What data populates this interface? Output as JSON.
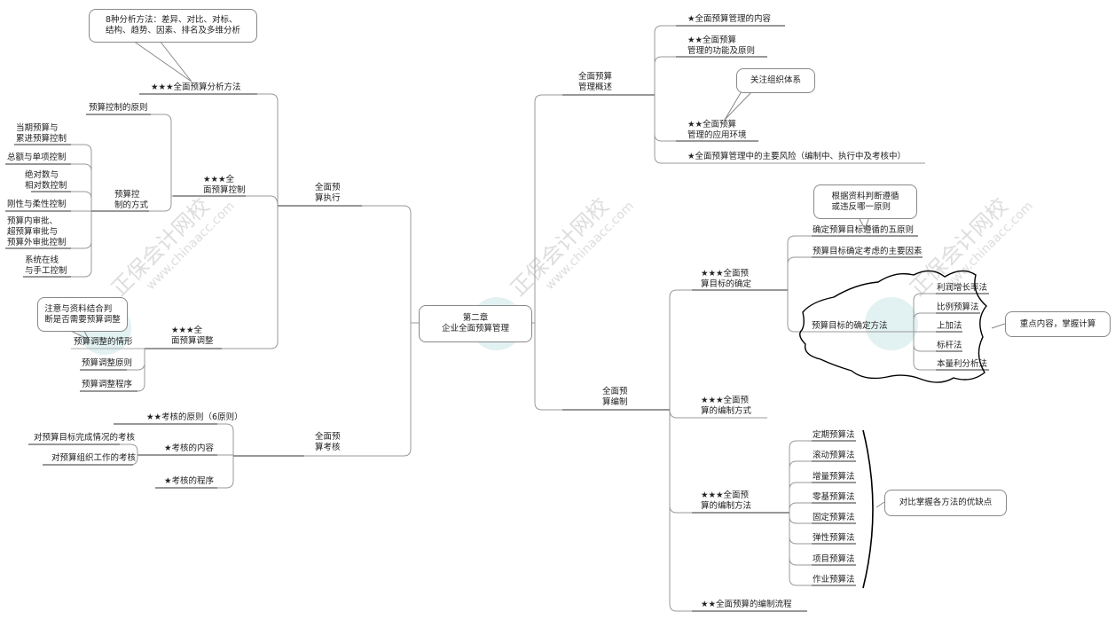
{
  "watermark": {
    "name": "正保会计网校",
    "url": "www.chinaacc.com"
  },
  "center": {
    "line1": "第二章",
    "line2": "企业全面预算管理"
  },
  "left": {
    "execution": {
      "label": "全面预\n算执行",
      "analysis": {
        "label": "★★★全面预算分析方法",
        "note": "8种分析方法：差异、对比、对标、\n结构、趋势、因素、排名及多维分析"
      },
      "control": {
        "label": "★★★全\n面预算控制",
        "principle": "预算控制的原则",
        "mode": {
          "label": "预算控\n制的方式",
          "items": [
            "当期预算与\n累进预算控制",
            "总额与单项控制",
            "绝对数与\n相对数控制",
            "刚性与柔性控制",
            "预算内审批、\n超预算审批与\n预算外审批控制",
            "系统在线\n与手工控制"
          ]
        }
      },
      "adjust": {
        "label": "★★★全\n面预算调整",
        "note": "注意与资料结合判\n断是否需要预算调整",
        "items": [
          "预算调整的情形",
          "预算调整原则",
          "预算调整程序"
        ]
      }
    },
    "assessment": {
      "label": "全面预\n算考核",
      "principle": "★★考核的原则（6原则）",
      "content": {
        "label": "★考核的内容",
        "items": [
          "对预算目标完成情况的考核",
          "对预算组织工作的考核"
        ]
      },
      "procedure": "★考核的程序"
    }
  },
  "right": {
    "overview": {
      "label": "全面预算\n管理概述",
      "items": [
        "★全面预算管理的内容",
        "★★全面预算\n管理的功能及原则",
        "★★全面预算\n管理的应用环境",
        "★全面预算管理中的主要风险（编制中、执行中及考核中）"
      ],
      "note": "关注组织体系"
    },
    "compile": {
      "label": "全面预\n算编制",
      "target": {
        "label": "★★★全面预\n算目标的确定",
        "note": "根据资料判断遵循\n或违反哪一原则",
        "principles": "确定预算目标遵循的五原则",
        "factors": "预算目标确定考虑的主要因素",
        "methods": {
          "label": "预算目标的确定方法",
          "items": [
            "利润增长率法",
            "比例预算法",
            "上加法",
            "标杆法",
            "本量利分析法"
          ],
          "note": "重点内容，掌握计算"
        }
      },
      "style": "★★★全面预\n算的编制方式",
      "methods": {
        "label": "★★★全面预\n算的编制方法",
        "items": [
          "定期预算法",
          "滚动预算法",
          "增量预算法",
          "零基预算法",
          "固定预算法",
          "弹性预算法",
          "项目预算法",
          "作业预算法"
        ],
        "note": "对比掌握各方法的优缺点"
      },
      "process": "★★全面预算的编制流程"
    }
  }
}
